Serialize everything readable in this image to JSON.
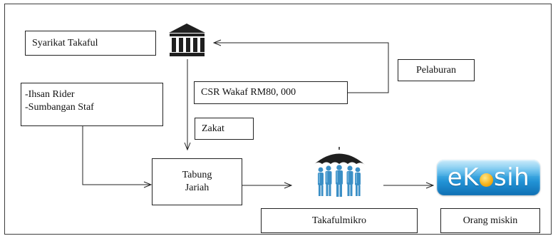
{
  "boxes": {
    "syarikat_takaful": "Syarikat Takaful",
    "ihsan_rider": "-Ihsan Rider",
    "sumbangan_staf": "-Sumbangan Staf",
    "csr_wakaf": "CSR Wakaf RM80, 000",
    "pelaburan": "Pelaburan",
    "zakat": "Zakat",
    "tabung_line1": "Tabung",
    "tabung_line2": "Jariah",
    "takafulmikro": "Takafulmikro",
    "orang_miskin": "Orang miskin"
  },
  "logo": {
    "ekasih_pre": "eK",
    "ekasih_post": "sih"
  },
  "icons": {
    "institution": "bank-building-icon",
    "umbrella_group": "people-under-umbrella-icon"
  },
  "colors": {
    "line": "#222222",
    "ekasih_blue": "#1a8bd0",
    "people_blue": "#3b8fc6",
    "umbrella_dark": "#1f1f1f"
  }
}
